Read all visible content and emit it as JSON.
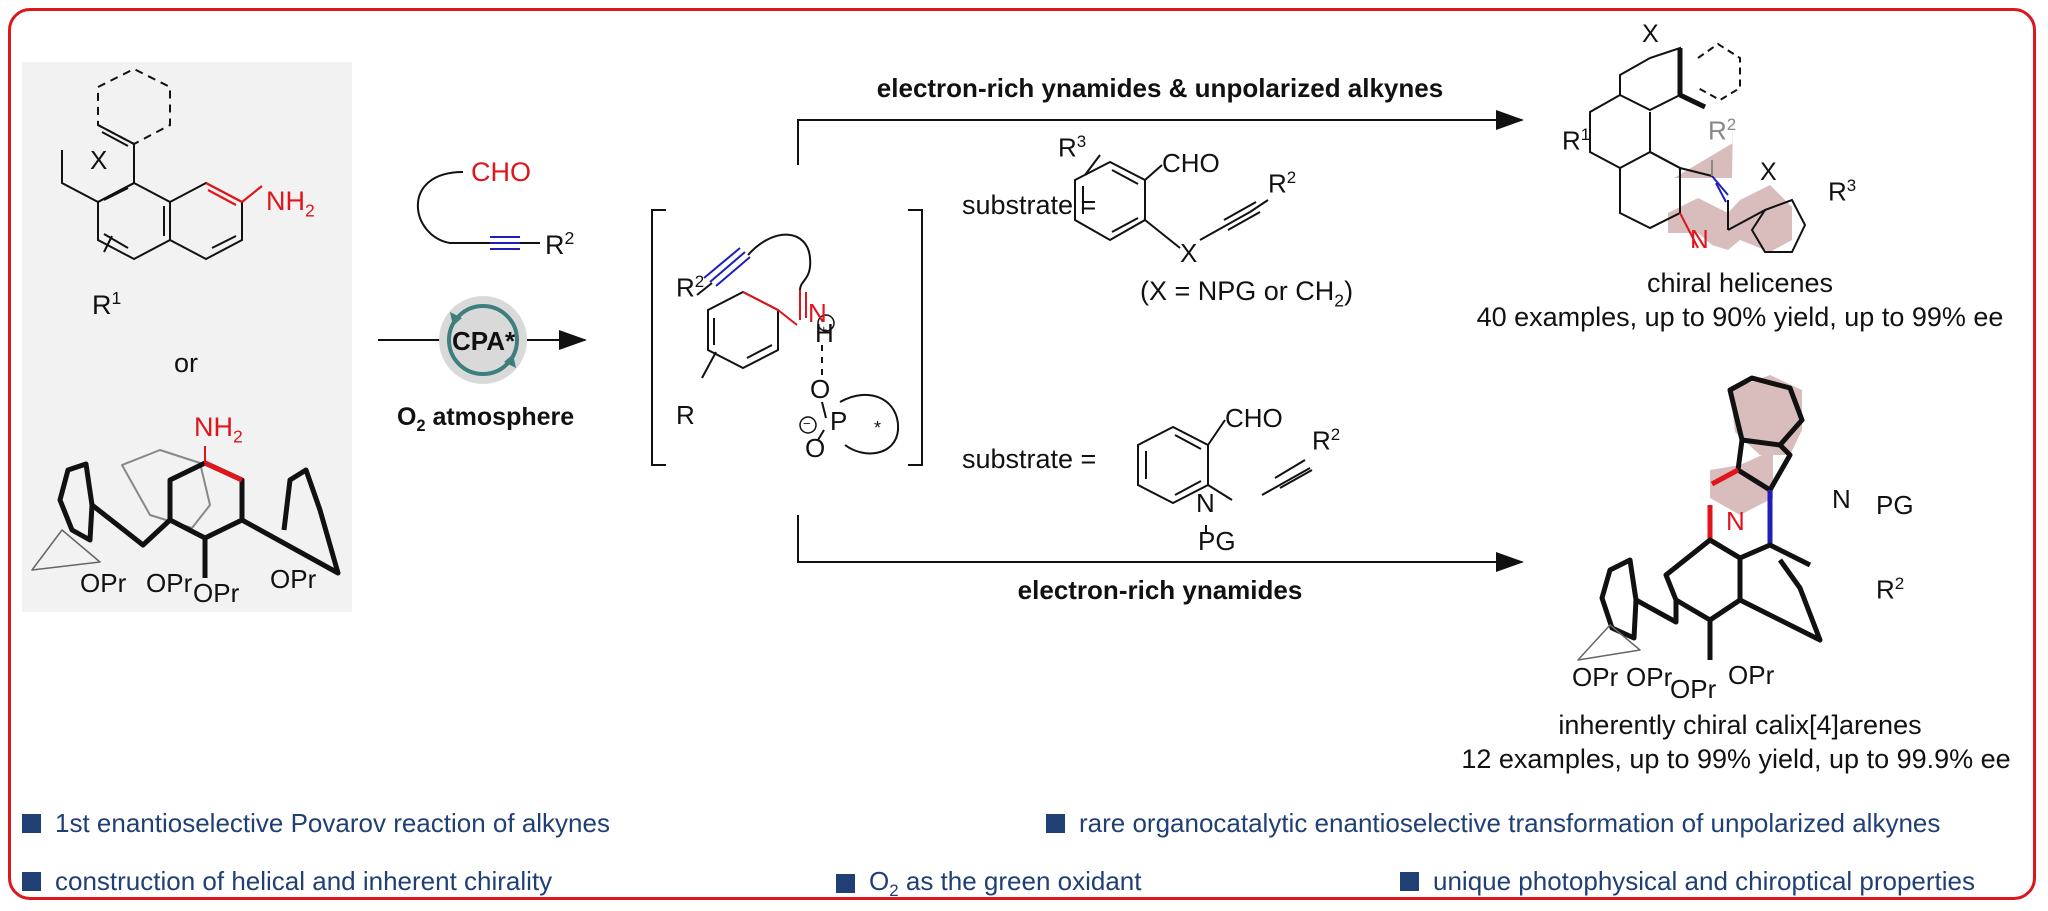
{
  "colors": {
    "frame": "#d9191c",
    "highlight_red": "#e0141b",
    "alkyne_blue": "#1f1fb8",
    "feature_text": "#1f3f75",
    "ring_fill": "#d9bdbd",
    "catalyst_arrow": "#3d7f7c",
    "catalyst_bg": "#d9d9d9",
    "panel_bg": "#f2f2f2"
  },
  "reactants": {
    "helicene_amine": {
      "nh2": "NH",
      "nh2_sub": "2",
      "x_label": "X",
      "r1": "R",
      "r1_sup": "1"
    },
    "or_label": "or",
    "calix_amine": {
      "nh2": "NH",
      "nh2_sub": "2",
      "oprs": [
        "OPr",
        "OPr",
        "OPr",
        "OPr"
      ]
    }
  },
  "reagent": {
    "cho": "CHO",
    "r2": "R",
    "r2_sup": "2"
  },
  "catalyst": {
    "label": "CPA*",
    "condition_prefix": "O",
    "condition_sub": "2",
    "condition_suffix": " atmosphere"
  },
  "intermediate": {
    "r2": "R",
    "r2_sup": "2",
    "n": "N",
    "h": "H",
    "o_top": "O",
    "p": "P",
    "o_bottom": "O",
    "r": "R",
    "star": "*",
    "plus": "+",
    "minus": "−"
  },
  "top_pathway": {
    "condition": "electron-rich ynamides & unpolarized alkynes",
    "substrate_prefix": "substrate =",
    "substrate_labels": {
      "r3": "R",
      "r3_sup": "3",
      "cho": "CHO",
      "r2": "R",
      "r2_sup": "2",
      "x": "X"
    },
    "x_definition_prefix": "(X = NPG or CH",
    "x_definition_sub": "2",
    "x_definition_suffix": ")",
    "product_labels": {
      "x_top": "X",
      "r1": "R",
      "r1_sup": "1",
      "r2": "R",
      "r2_sup": "2",
      "x_ring": "X",
      "r3": "R",
      "r3_sup": "3",
      "n": "N"
    },
    "product_name": "chiral helicenes",
    "product_stats": "40 examples, up to 90% yield, up to 99% ee"
  },
  "bottom_pathway": {
    "condition": "electron-rich ynamides",
    "substrate_prefix": "substrate =",
    "substrate_labels": {
      "cho": "CHO",
      "r2": "R",
      "r2_sup": "2",
      "n": "N",
      "pg": "PG"
    },
    "product_labels": {
      "n_pg": "N",
      "pg": "PG",
      "n_ring": "N",
      "r2": "R",
      "r2_sup": "2",
      "oprs": [
        "OPr",
        "OPr",
        "OPr",
        "OPr"
      ]
    },
    "product_name": "inherently chiral calix[4]arenes",
    "product_stats": "12 examples, up to 99% yield, up to 99.9% ee"
  },
  "features": [
    {
      "text": "1st enantioselective Povarov reaction of alkynes"
    },
    {
      "text": "rare organocatalytic enantioselective transformation of unpolarized alkynes"
    },
    {
      "text": "construction of helical and inherent chirality"
    },
    {
      "prefix": "O",
      "sub": "2",
      "suffix": " as the green oxidant"
    },
    {
      "text": "unique photophysical and chiroptical properties"
    }
  ]
}
